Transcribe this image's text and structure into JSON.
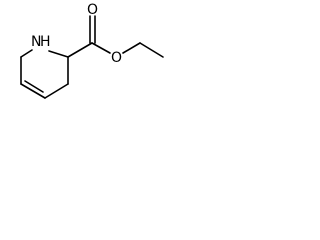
{
  "atoms": {
    "ring_nitrogen": "N",
    "ring_nitrogen_hydrogen": "H",
    "carbonyl_oxygen": "O",
    "ester_oxygen": "O"
  },
  "colors": {
    "bond": "#000000",
    "label": "#000000",
    "background": "#ffffff"
  }
}
